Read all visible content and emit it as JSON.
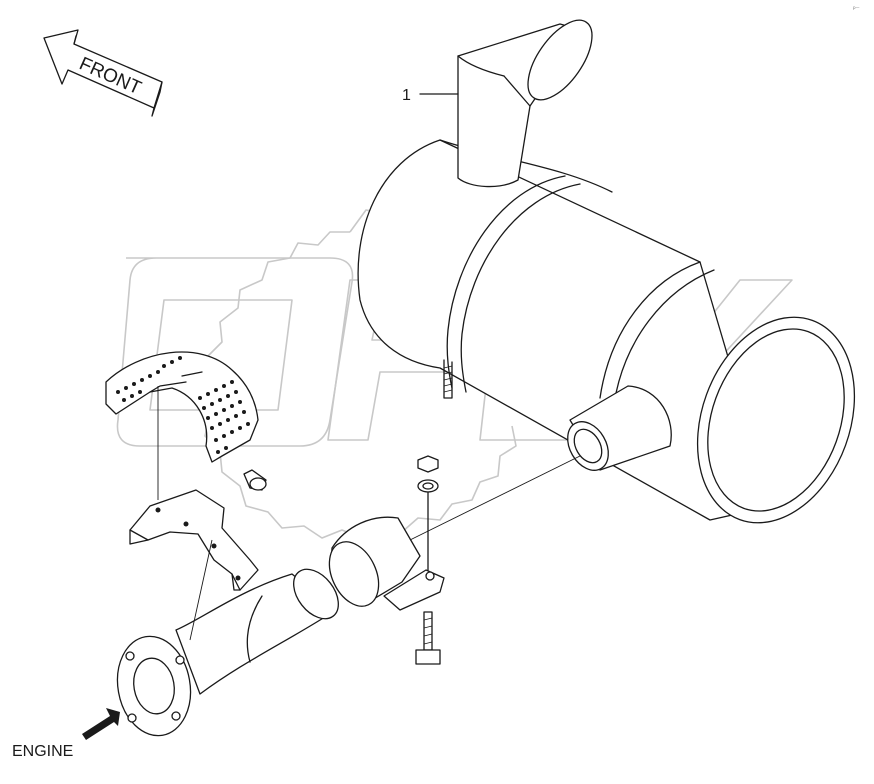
{
  "labels": {
    "front_arrow": "FRONT",
    "callout_1": "1",
    "engine": "ENGINE"
  },
  "watermark": {
    "text": "OPEX"
  },
  "colors": {
    "line": "#1a1a1a",
    "watermark": "#c8c8c8",
    "background": "#ffffff"
  }
}
